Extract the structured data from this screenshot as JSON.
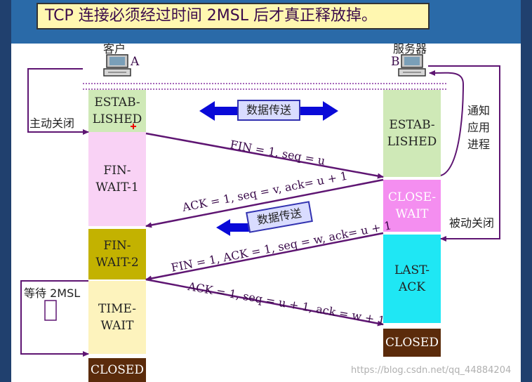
{
  "title": "TCP 连接必须经过时间 2MSL 后才真正释放掉。",
  "client": {
    "label_cn": "客户",
    "letter": "A"
  },
  "server": {
    "label_cn": "服务器",
    "letter": "B"
  },
  "client_states": [
    {
      "line1": "ESTAB-",
      "line2": "LISHED",
      "color": "#cfe9b7"
    },
    {
      "line1": "FIN-",
      "line2": "WAIT-1",
      "color": "#f9d2f5"
    },
    {
      "line1": "FIN-",
      "line2": "WAIT-2",
      "color": "#c3b200"
    },
    {
      "line1": "TIME-",
      "line2": "WAIT",
      "color": "#fdf3bd"
    },
    {
      "line1": "CLOSED",
      "line2": "",
      "color": "#5b2b0b"
    }
  ],
  "server_states": [
    {
      "line1": "ESTAB-",
      "line2": "LISHED",
      "color": "#cfe9b7"
    },
    {
      "line1": "CLOSE-",
      "line2": "WAIT",
      "color": "#f48ef0"
    },
    {
      "line1": "LAST-",
      "line2": "ACK",
      "color": "#1fe7f4"
    },
    {
      "line1": "CLOSED",
      "line2": "",
      "color": "#5b2b0b"
    }
  ],
  "labels": {
    "active_close": "主动关闭",
    "passive_close": "被动关闭",
    "notify_app": "通知\n应用\n进程",
    "wait_2msl": "等待 2MSL",
    "data_transfer_1": "数据传送",
    "data_transfer_2": "数据传送"
  },
  "messages": {
    "m1": "FIN = 1, seq = u",
    "m2": "ACK = 1, seq = v, ack= u + 1",
    "m3": "FIN = 1, ACK = 1, seq = w, ack= u + 1",
    "m4": "ACK = 1, seq = u + 1, ack = w + 1"
  },
  "watermark": "https://blog.csdn.net/qq_44884204",
  "colors": {
    "arrow": "#5e1572",
    "blue_arrow": "#0a0ad8",
    "title_bg": "#fff7b0",
    "band": "#2a6aa8"
  }
}
